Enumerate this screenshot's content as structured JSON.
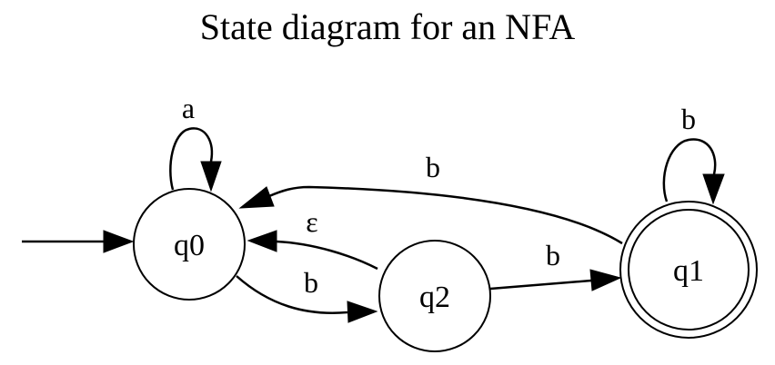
{
  "title": "State diagram for an NFA",
  "states": [
    {
      "id": "q0",
      "label": "q0",
      "start": true,
      "accepting": false
    },
    {
      "id": "q2",
      "label": "q2",
      "start": false,
      "accepting": false
    },
    {
      "id": "q1",
      "label": "q1",
      "start": false,
      "accepting": true
    }
  ],
  "transitions": [
    {
      "from": "q0",
      "to": "q0",
      "symbol": "a"
    },
    {
      "from": "q0",
      "to": "q2",
      "symbol": "b"
    },
    {
      "from": "q2",
      "to": "q0",
      "symbol": "ε"
    },
    {
      "from": "q2",
      "to": "q1",
      "symbol": "b"
    },
    {
      "from": "q1",
      "to": "q0",
      "symbol": "b"
    },
    {
      "from": "q1",
      "to": "q1",
      "symbol": "b"
    }
  ]
}
